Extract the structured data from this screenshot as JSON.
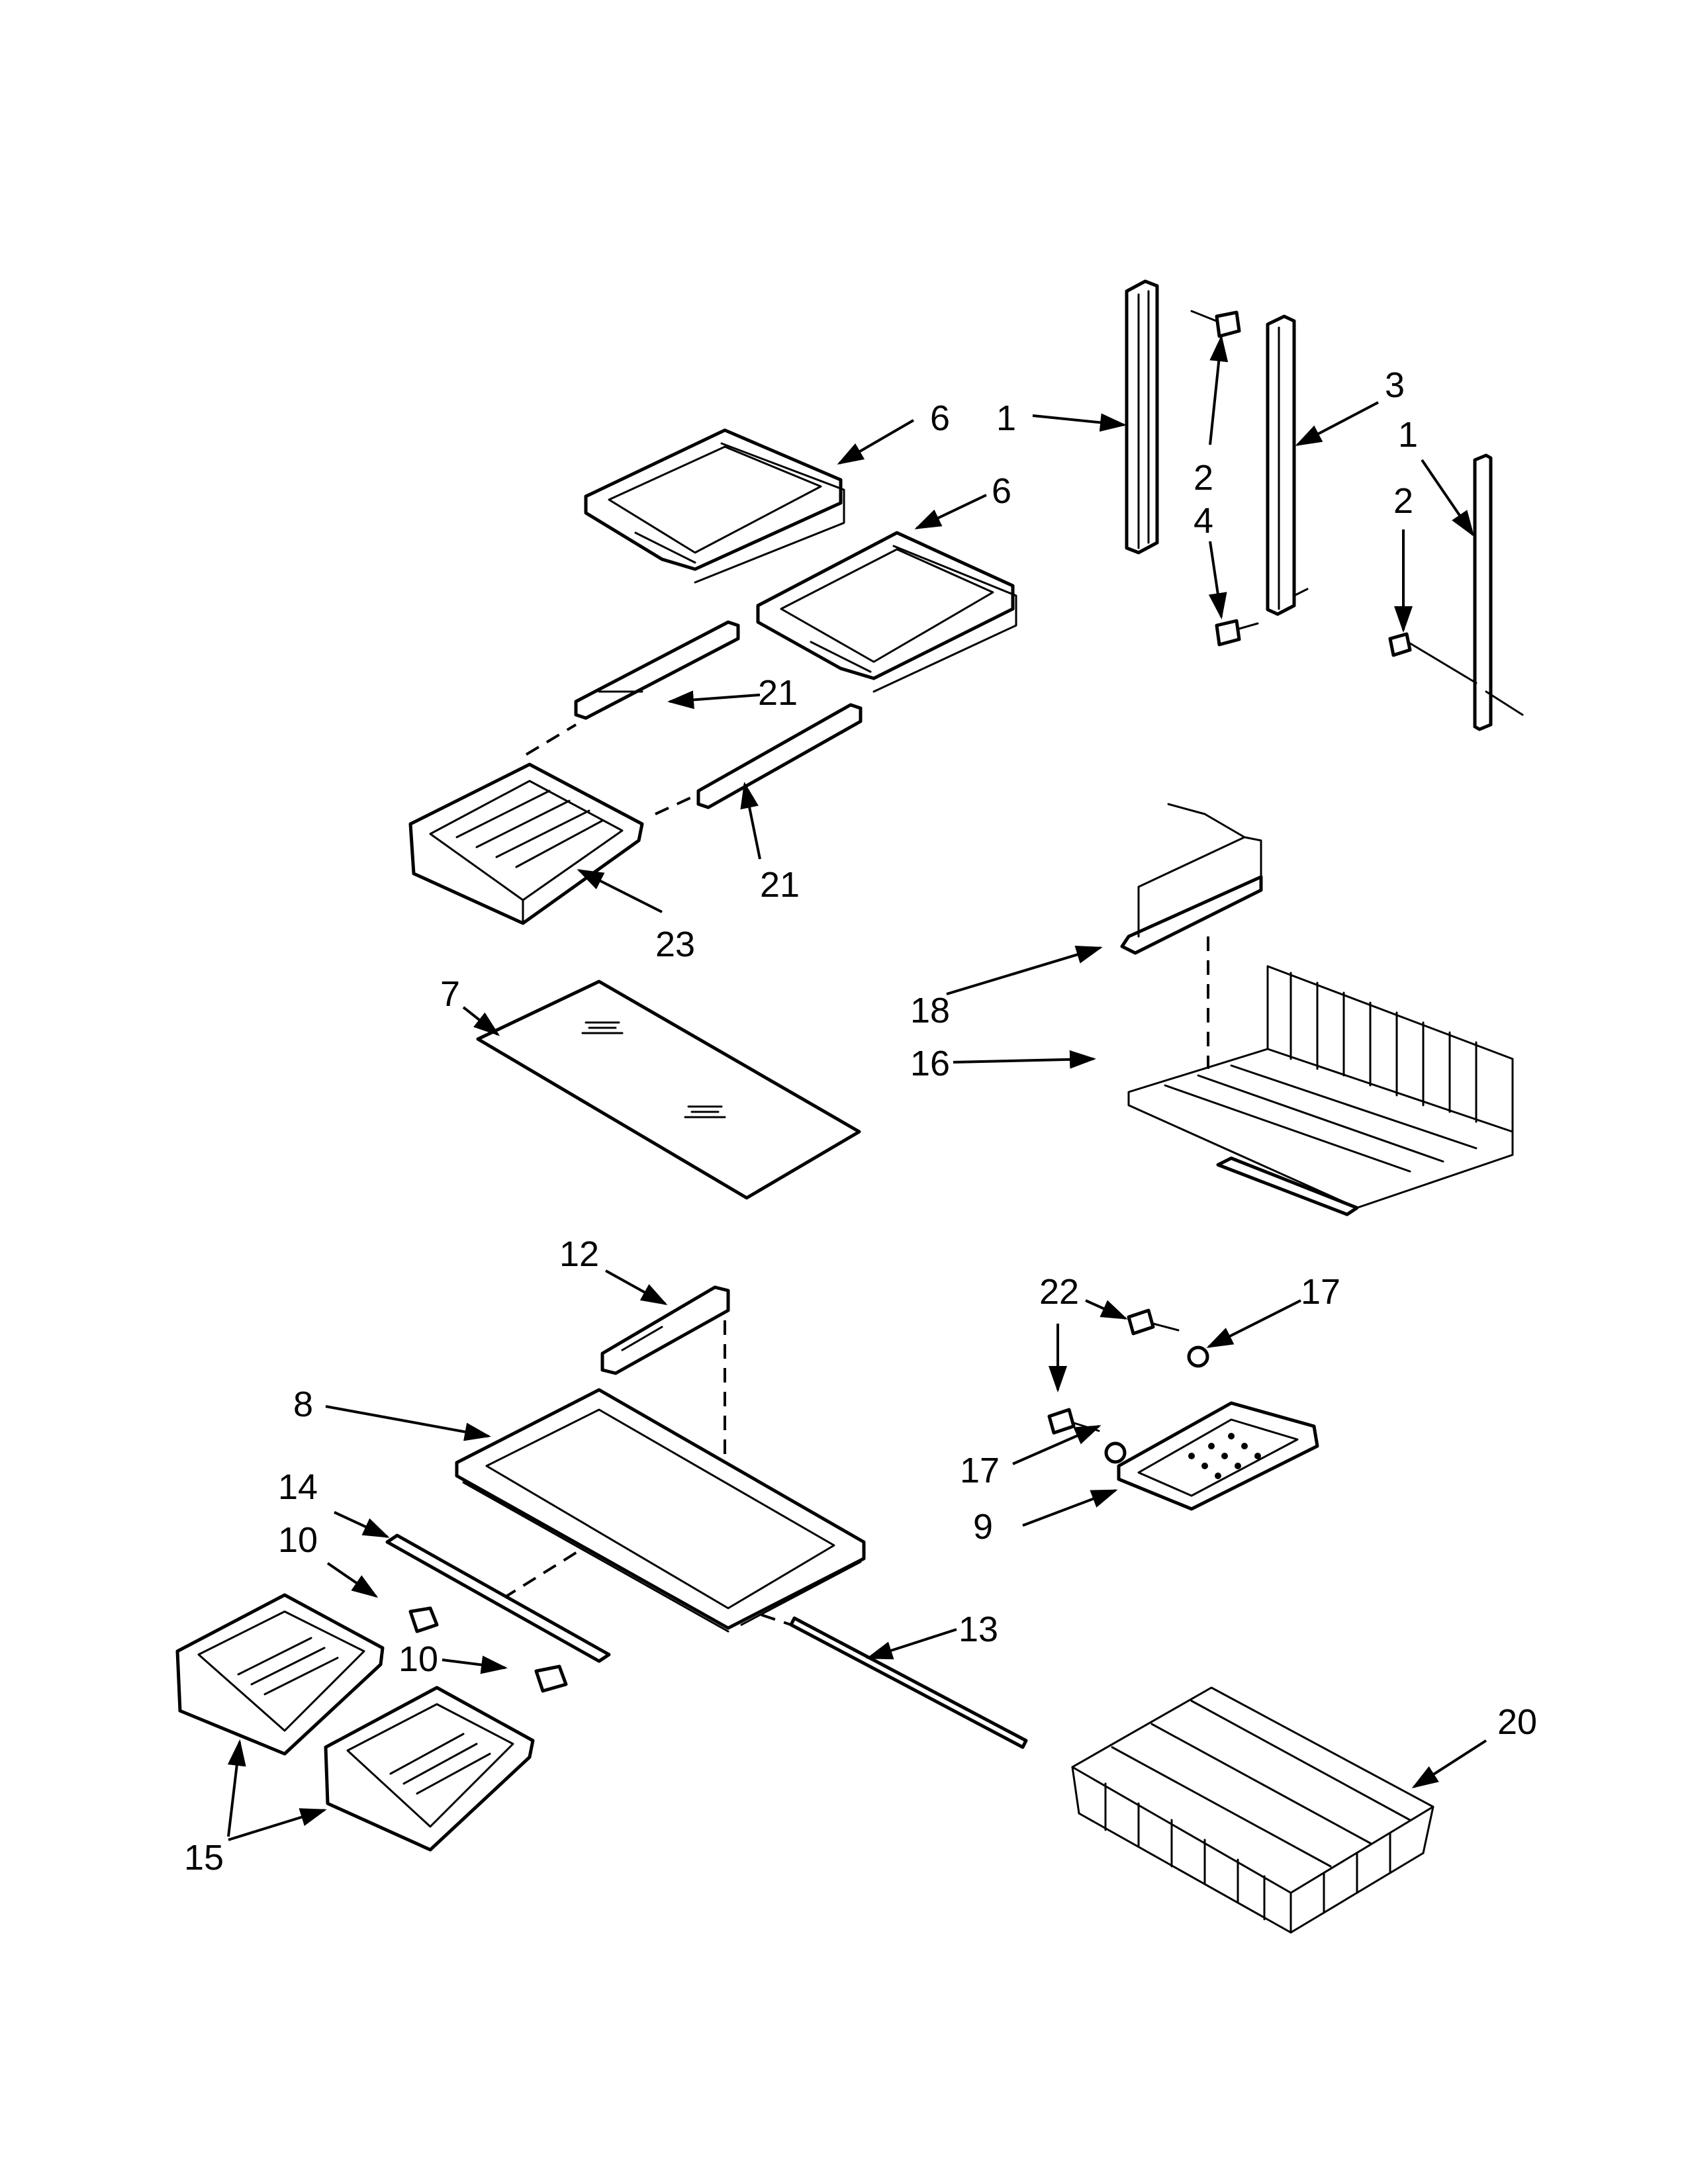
{
  "diagram": {
    "callouts": [
      {
        "id": "c6a",
        "label": "6"
      },
      {
        "id": "c6b",
        "label": "6"
      },
      {
        "id": "c1a",
        "label": "1"
      },
      {
        "id": "c2a",
        "label": "2"
      },
      {
        "id": "c4",
        "label": "4"
      },
      {
        "id": "c3",
        "label": "3"
      },
      {
        "id": "c1b",
        "label": "1"
      },
      {
        "id": "c2b",
        "label": "2"
      },
      {
        "id": "c21a",
        "label": "21"
      },
      {
        "id": "c21b",
        "label": "21"
      },
      {
        "id": "c23",
        "label": "23"
      },
      {
        "id": "c7",
        "label": "7"
      },
      {
        "id": "c18",
        "label": "18"
      },
      {
        "id": "c16",
        "label": "16"
      },
      {
        "id": "c12",
        "label": "12"
      },
      {
        "id": "c22",
        "label": "22"
      },
      {
        "id": "c17a",
        "label": "17"
      },
      {
        "id": "c8",
        "label": "8"
      },
      {
        "id": "c17b",
        "label": "17"
      },
      {
        "id": "c9",
        "label": "9"
      },
      {
        "id": "c14",
        "label": "14"
      },
      {
        "id": "c10a",
        "label": "10"
      },
      {
        "id": "c10b",
        "label": "10"
      },
      {
        "id": "c13",
        "label": "13"
      },
      {
        "id": "c20",
        "label": "20"
      },
      {
        "id": "c15",
        "label": "15"
      }
    ]
  },
  "colors": {
    "line": "#000000",
    "background": "#ffffff"
  }
}
